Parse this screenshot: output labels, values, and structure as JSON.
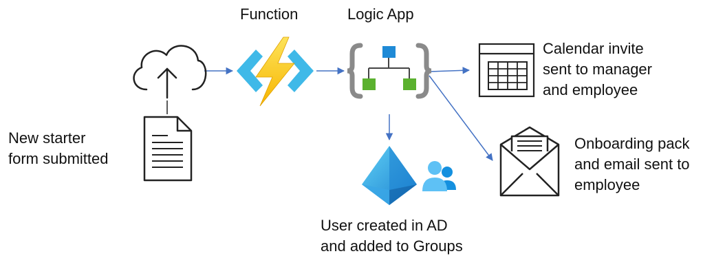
{
  "labels": {
    "function": "Function",
    "logic_app": "Logic App",
    "calendar": [
      "Calendar invite",
      "sent to manager",
      "and employee"
    ],
    "onboarding": [
      "Onboarding pack",
      "and email sent to",
      "employee"
    ],
    "new_starter": [
      "New starter",
      "form submitted"
    ],
    "user_created": [
      "User created in AD",
      "and added to Groups"
    ]
  },
  "colors": {
    "arrow": "#4472c4",
    "icon_stroke": "#222222",
    "function_bolt": "#fcd116",
    "function_brackets": "#3fb9e8",
    "logic_brackets": "#8a8a8a",
    "logic_nodes_top": "#1f8ad6",
    "logic_nodes_bottom": "#5bb12f",
    "ad_pyramid": "#2aa8e8",
    "users": "#1490df"
  },
  "icons": [
    "cloud-upload-icon",
    "document-icon",
    "azure-function-icon",
    "logic-app-icon",
    "calendar-icon",
    "envelope-icon",
    "azure-ad-icon",
    "users-icon"
  ]
}
